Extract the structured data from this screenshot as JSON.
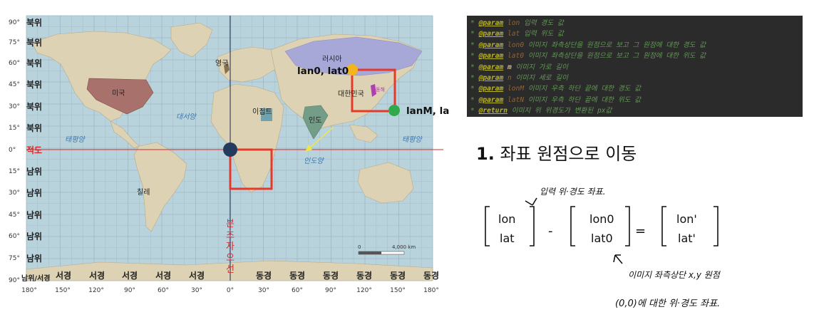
{
  "map": {
    "lat_labels": [
      {
        "deg": "90°",
        "text": "북위"
      },
      {
        "deg": "75°",
        "text": "북위"
      },
      {
        "deg": "60°",
        "text": "북위"
      },
      {
        "deg": "45°",
        "text": "북위"
      },
      {
        "deg": "30°",
        "text": "북위"
      },
      {
        "deg": "15°",
        "text": "북위"
      },
      {
        "deg": "0°",
        "text": "적도"
      },
      {
        "deg": "15°",
        "text": "남위"
      },
      {
        "deg": "30°",
        "text": "남위"
      },
      {
        "deg": "45°",
        "text": "남위"
      },
      {
        "deg": "60°",
        "text": "남위"
      },
      {
        "deg": "75°",
        "text": "남위"
      },
      {
        "deg": "90°",
        "text": "남위/서경"
      }
    ],
    "lon_words": [
      "서경",
      "서경",
      "서경",
      "서경",
      "서경",
      "동경",
      "동경",
      "동경",
      "동경",
      "동경",
      "동경"
    ],
    "lon_degs": [
      "180°",
      "150°",
      "120°",
      "90°",
      "60°",
      "30°",
      "0°",
      "30°",
      "60°",
      "90°",
      "120°",
      "150°",
      "180°"
    ],
    "place_labels": {
      "russia": "러시아",
      "uk": "영국",
      "usa": "미국",
      "egypt": "이집트",
      "india": "인도",
      "korea": "대한민국",
      "east_sea": "동해",
      "chile": "칠레",
      "atlantic": "대서양",
      "pacific_west": "태평양",
      "pacific_east": "태평양",
      "indian_ocean": "인도양"
    },
    "meridian_label": "본초자오선",
    "scale": {
      "zero": "0",
      "value": "4,000 km"
    },
    "origin_label": "lan0, lat0",
    "end_label": "lanM, latN",
    "colors": {
      "ocean": "#b9d3dd",
      "land": "#ddd2b4",
      "grid": "#9fb6c4",
      "marker_box": "#e53a2a",
      "origin_dot": "#f2b51b",
      "end_dot": "#2eaa4a",
      "zero_dot": "#253b5e",
      "equator": "#d62b2b"
    }
  },
  "code": {
    "lines": [
      {
        "prefix": "* ",
        "tag": "@param",
        "name": "lon",
        "desc": " 입력 경도 값"
      },
      {
        "prefix": "* ",
        "tag": "@param",
        "name": "lat",
        "desc": " 입력 위도 값"
      },
      {
        "prefix": "* ",
        "tag": "@param",
        "name": "lon0",
        "desc": " 이미지 좌측상단을 원점으로 보고 그 원점에 대한 경도 값"
      },
      {
        "prefix": "* ",
        "tag": "@param",
        "name": "lat0",
        "desc": " 이미지 좌측상단을 원점으로 보고 그 원점에 대한 위도 값"
      },
      {
        "prefix": "* ",
        "tag": "@param",
        "name": "m",
        "desc": " 이미지 가로 길이"
      },
      {
        "prefix": "* ",
        "tag": "@param",
        "name": "n",
        "desc": " 이미지 세로 길이"
      },
      {
        "prefix": "* ",
        "tag": "@param",
        "name": "lonM",
        "desc": " 이미지 우측 하단 끝에 대한 경도 값"
      },
      {
        "prefix": "* ",
        "tag": "@param",
        "name": "latN",
        "desc": " 이미지 우측 하단 끝에 대한 위도 값"
      },
      {
        "prefix": "* ",
        "tag": "@return",
        "name": "",
        "desc": " 이미지 위 위경도가 변환된 px값"
      }
    ]
  },
  "step": {
    "number": "1.",
    "title": "좌표 원점으로 이동"
  },
  "notes": {
    "top": "입력 위·경도 좌표.",
    "m1_top": "lon",
    "m1_bot": "lat",
    "m2_top": "lon0",
    "m2_bot": "lat0",
    "m3_top": "lon'",
    "m3_bot": "lat'",
    "minus": "-",
    "equals": "=",
    "bottom1": "이미지 좌측상단 x,y 원점",
    "bottom2": "(0,0)에 대한 위·경도 좌표."
  }
}
